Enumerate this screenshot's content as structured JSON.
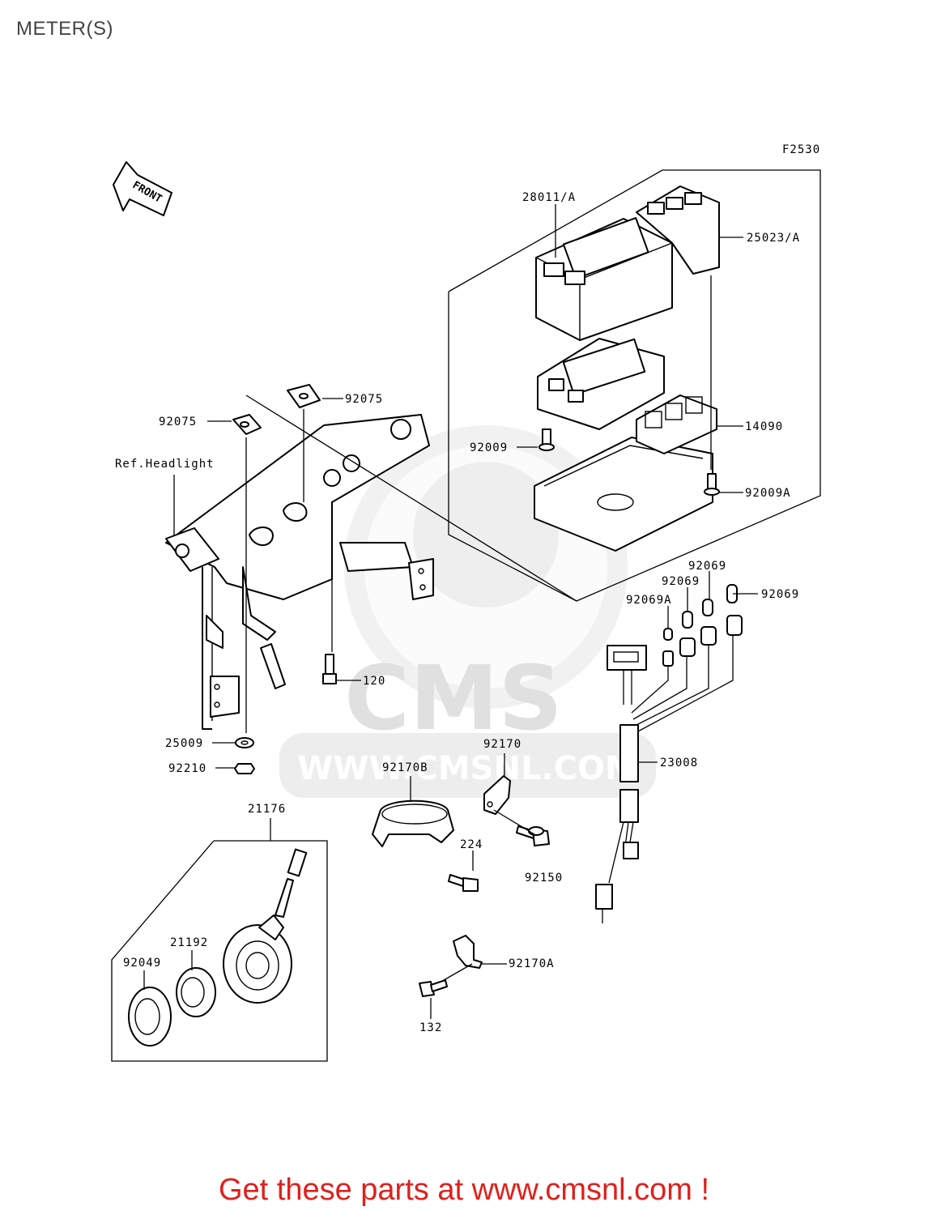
{
  "page": {
    "title": "METER(S)"
  },
  "diagram": {
    "figure_code": "F2530",
    "front_arrow_label": "FRONT",
    "watermark": {
      "brand": "CMS",
      "site": "WWW.CMSNL.COM"
    },
    "labels": {
      "p28011A": "28011/A",
      "p25023A": "25023/A",
      "p14090": "14090",
      "p92009": "92009",
      "p92009A": "92009A",
      "p92075a": "92075",
      "p92075b": "92075",
      "ref_headlight": "Ref.Headlight",
      "p92069a": "92069",
      "p92069b": "92069",
      "p92069c": "92069",
      "p92069A": "92069A",
      "p120": "120",
      "p25009": "25009",
      "p92210": "92210",
      "p92170": "92170",
      "p92170B": "92170B",
      "p23008": "23008",
      "p21176": "21176",
      "p224": "224",
      "p92150": "92150",
      "p21192": "21192",
      "p92049": "92049",
      "p92170A": "92170A",
      "p132": "132"
    }
  },
  "footer": {
    "promo_text": "Get these parts at www.cmsnl.com !"
  }
}
